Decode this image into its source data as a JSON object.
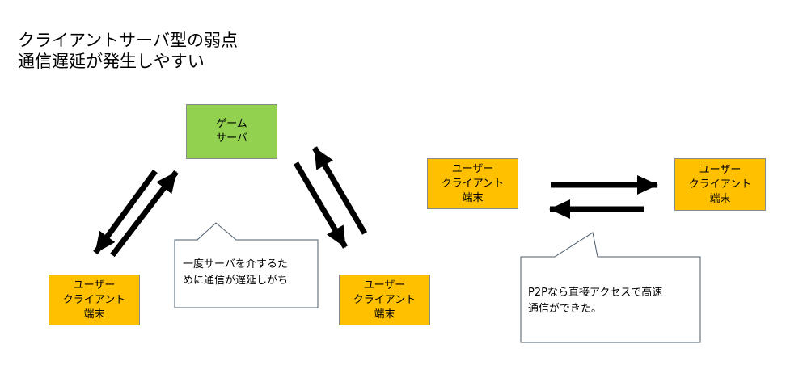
{
  "title": {
    "line1": "クライアントサーバ型の弱点",
    "line2": "通信遅延が発生しやすい"
  },
  "nodes": {
    "server": {
      "line1": "ゲーム",
      "line2": "サーバ"
    },
    "client_left": {
      "line1": "ユーザー",
      "line2": "クライアント",
      "line3": "端末"
    },
    "client_middle": {
      "line1": "ユーザー",
      "line2": "クライアント",
      "line3": "端末"
    },
    "client_p2p_a": {
      "line1": "ユーザー",
      "line2": "クライアント",
      "line3": "端末"
    },
    "client_p2p_b": {
      "line1": "ユーザー",
      "line2": "クライアント",
      "line3": "端末"
    }
  },
  "callouts": {
    "server_delay": {
      "line1": "一度サーバを介するた",
      "line2": "めに通信が遅延しがち"
    },
    "p2p_fast": {
      "line1": "P2Pなら直接アクセスで高速",
      "line2": "通信ができた。"
    }
  },
  "colors": {
    "server_fill": "#92d050",
    "client_fill": "#ffc000",
    "box_border": "#8a8a8a",
    "arrow": "#000000",
    "callout_border": "#4a5a6a"
  }
}
